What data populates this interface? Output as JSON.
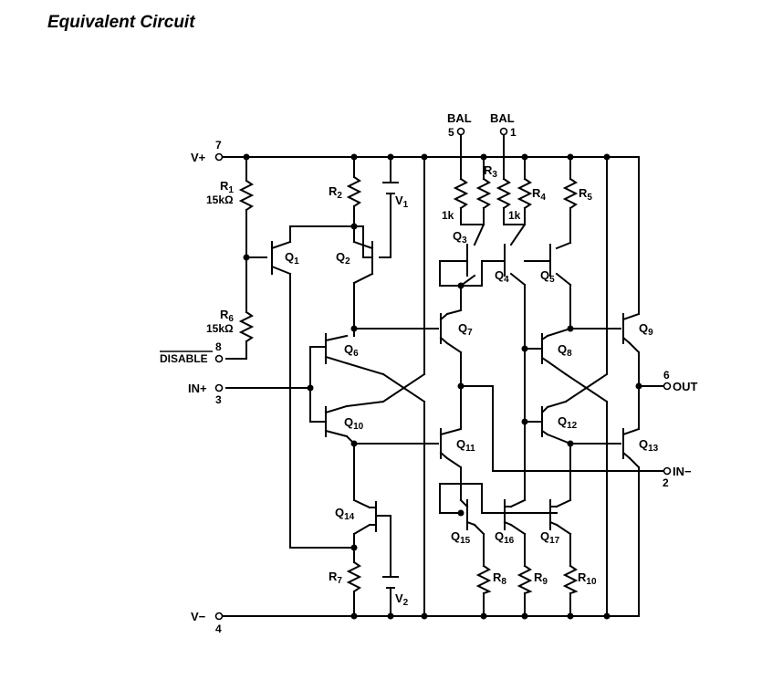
{
  "title": "Equivalent Circuit",
  "pins": {
    "vplus": {
      "name": "V+",
      "num": "7"
    },
    "vminus": {
      "name": "V−",
      "num": "4"
    },
    "disable": {
      "name": "DISABLE",
      "num": "8"
    },
    "inplus": {
      "name": "IN+",
      "num": "3"
    },
    "inminus": {
      "name": "IN−",
      "num": "2"
    },
    "out": {
      "name": "OUT",
      "num": "6"
    },
    "bal5": {
      "name": "BAL",
      "num": "5"
    },
    "bal1": {
      "name": "BAL",
      "num": "1"
    }
  },
  "resistors": {
    "r1": {
      "name": "R",
      "sub": "1",
      "value": "15kΩ"
    },
    "r2": {
      "name": "R",
      "sub": "2"
    },
    "r3": {
      "name": "R",
      "sub": "3"
    },
    "r4": {
      "name": "R",
      "sub": "4"
    },
    "r5": {
      "name": "R",
      "sub": "5"
    },
    "r6": {
      "name": "R",
      "sub": "6",
      "value": "15kΩ"
    },
    "r7": {
      "name": "R",
      "sub": "7"
    },
    "r8": {
      "name": "R",
      "sub": "8"
    },
    "r9": {
      "name": "R",
      "sub": "9"
    },
    "r10": {
      "name": "R",
      "sub": "10"
    },
    "k1": "1k",
    "k2": "1k"
  },
  "sources": {
    "v1": {
      "name": "V",
      "sub": "1"
    },
    "v2": {
      "name": "V",
      "sub": "2"
    }
  },
  "transistors": {
    "q1": {
      "name": "Q",
      "sub": "1"
    },
    "q2": {
      "name": "Q",
      "sub": "2"
    },
    "q3": {
      "name": "Q",
      "sub": "3"
    },
    "q4": {
      "name": "Q",
      "sub": "4"
    },
    "q5": {
      "name": "Q",
      "sub": "5"
    },
    "q6": {
      "name": "Q",
      "sub": "6"
    },
    "q7": {
      "name": "Q",
      "sub": "7"
    },
    "q8": {
      "name": "Q",
      "sub": "8"
    },
    "q9": {
      "name": "Q",
      "sub": "9"
    },
    "q10": {
      "name": "Q",
      "sub": "10"
    },
    "q11": {
      "name": "Q",
      "sub": "11"
    },
    "q12": {
      "name": "Q",
      "sub": "12"
    },
    "q13": {
      "name": "Q",
      "sub": "13"
    },
    "q14": {
      "name": "Q",
      "sub": "14"
    },
    "q15": {
      "name": "Q",
      "sub": "15"
    },
    "q16": {
      "name": "Q",
      "sub": "16"
    },
    "q17": {
      "name": "Q",
      "sub": "17"
    }
  }
}
